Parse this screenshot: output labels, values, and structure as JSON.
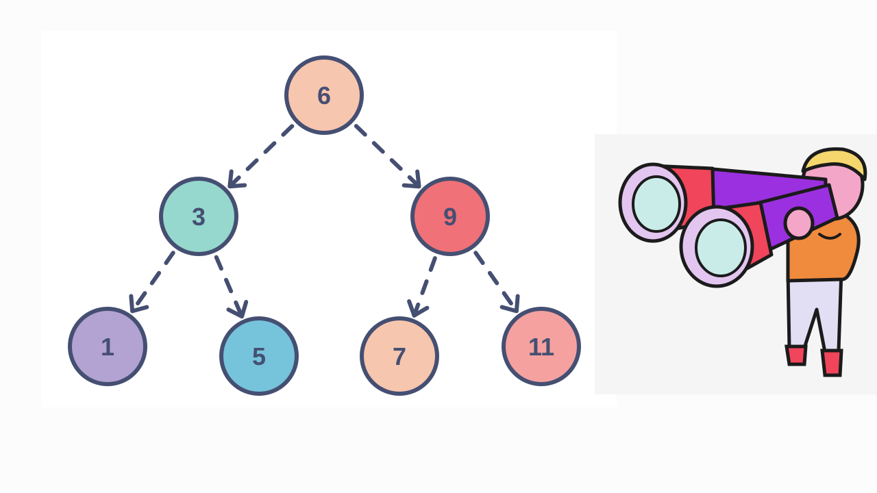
{
  "tree": {
    "nodes": [
      {
        "id": "n6",
        "label": "6",
        "color": "#f7c6ae"
      },
      {
        "id": "n3",
        "label": "3",
        "color": "#96d8cd"
      },
      {
        "id": "n9",
        "label": "9",
        "color": "#f07178"
      },
      {
        "id": "n1",
        "label": "1",
        "color": "#b3a3d2"
      },
      {
        "id": "n5",
        "label": "5",
        "color": "#76c4db"
      },
      {
        "id": "n7",
        "label": "7",
        "color": "#f7c6ae"
      },
      {
        "id": "n11",
        "label": "11",
        "color": "#f4a1a0"
      }
    ],
    "edges": [
      {
        "from": "n6",
        "to": "n3"
      },
      {
        "from": "n6",
        "to": "n9"
      },
      {
        "from": "n3",
        "to": "n1"
      },
      {
        "from": "n3",
        "to": "n5"
      },
      {
        "from": "n9",
        "to": "n7"
      },
      {
        "from": "n9",
        "to": "n11"
      }
    ],
    "outline_color": "#454f72"
  },
  "illustration": {
    "icon": "binoculars-boy-icon",
    "colors": {
      "barrel_red": "#f0455a",
      "barrel_purple": "#9b30e0",
      "lens_ring": "#e3c6f0",
      "lens_glass": "#c9ece8",
      "skin": "#f4a6c8",
      "hair": "#f5d76e",
      "shirt": "#f08a3c",
      "pants": "#e2def4",
      "shoes": "#f0455a"
    }
  }
}
